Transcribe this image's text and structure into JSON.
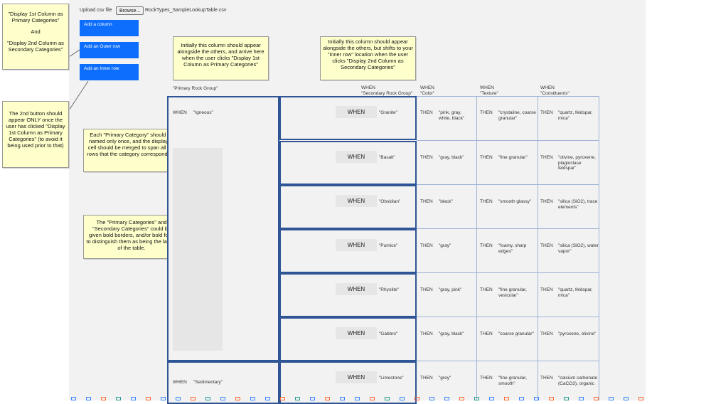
{
  "upload": {
    "label": "Upload csv file",
    "browse_label": "Browse...",
    "filename": "RockTypes_SampleLookupTable.csv"
  },
  "buttons": {
    "add_column": "Add a column",
    "add_outer_row": "Add an Outer row",
    "add_inner_row": "Add an Inner row"
  },
  "notes": {
    "note1_a": "\"Display 1st Column as Primary Categories\"",
    "note1_b": "And",
    "note1_c": "\"Display 2nd Column as Secondary Categories\"",
    "note2": "The 2nd button should appear ONLY once the user has clicked \"Display 1st Column as Primary Categories\" (to avoid it being used prior to that)",
    "note3": "Initially this column should appear alongside the others, and arrive here when the user clicks \"Display 1st Column as Primary Categories\"",
    "note4": "Initially this column should appear alongside the others, but shifts to your \"inner row\" location when the user clicks \"Display 2nd Column as Secondary Categories\"",
    "note5": "Each \"Primary Category\" should be named only once, and the displayed cell should be merged to span all the rows that the category corresponds to",
    "note6": "The \"Primary Categories\" and \"Secondary Categories\" could be given bold borders, and/or bold font, to distinguish them as being the labels of the table."
  },
  "headers": {
    "primary": "\"Primary Rock Group\"",
    "secondary_when": "WHEN",
    "secondary": "\"Secondary Rock Group\"",
    "color_when": "WHEN",
    "color": "\"Color\"",
    "texture_when": "WHEN",
    "texture": "\"Texture\"",
    "constituents_when": "WHEN",
    "constituents": "\"Constituents\""
  },
  "keywords": {
    "when": "WHEN",
    "then": "THEN"
  },
  "primary_groups": [
    {
      "name": "\"Igneous\""
    },
    {
      "name": "\"Sedimentary\""
    }
  ],
  "rows": [
    {
      "secondary": "\"Granite\"",
      "color": "\"pink, gray, white, black\"",
      "texture": "\"crystaline, coarse granular\"",
      "constituents": "\"quartz, feldspar, mica\""
    },
    {
      "secondary": "\"Basalt\"",
      "color": "\"gray, black\"",
      "texture": "\"fine granular\"",
      "constituents": "\"olivine, pyroxene, plagioclase feldspar\""
    },
    {
      "secondary": "\"Obsidian\"",
      "color": "\"black\"",
      "texture": "\"smooth glassy\"",
      "constituents": "\"silica (SiO2), trace elements\""
    },
    {
      "secondary": "\"Pumice\"",
      "color": "\"gray\"",
      "texture": "\"foamy, sharp edges\"",
      "constituents": "\"silica (SiO2), water vapor\""
    },
    {
      "secondary": "\"Rhyolite\"",
      "color": "\"gray, pink\"",
      "texture": "\"fine granular, vesicular\"",
      "constituents": "\"quartz, feldspar, mica\""
    },
    {
      "secondary": "\"Gabbro\"",
      "color": "\"gray, black\"",
      "texture": "\"coarse granular\"",
      "constituents": "\"pyroxene, olivine\""
    },
    {
      "secondary": "\"Limestone\"",
      "color": "\"grey\"",
      "texture": "\"fine granular, smooth\"",
      "constituents": "\"calcium carbonate (CaCO3), organic"
    }
  ],
  "colors": {
    "button_blue": "#0d6efd",
    "border_blue": "#2f5597",
    "note_yellow": "#ffffcc"
  }
}
